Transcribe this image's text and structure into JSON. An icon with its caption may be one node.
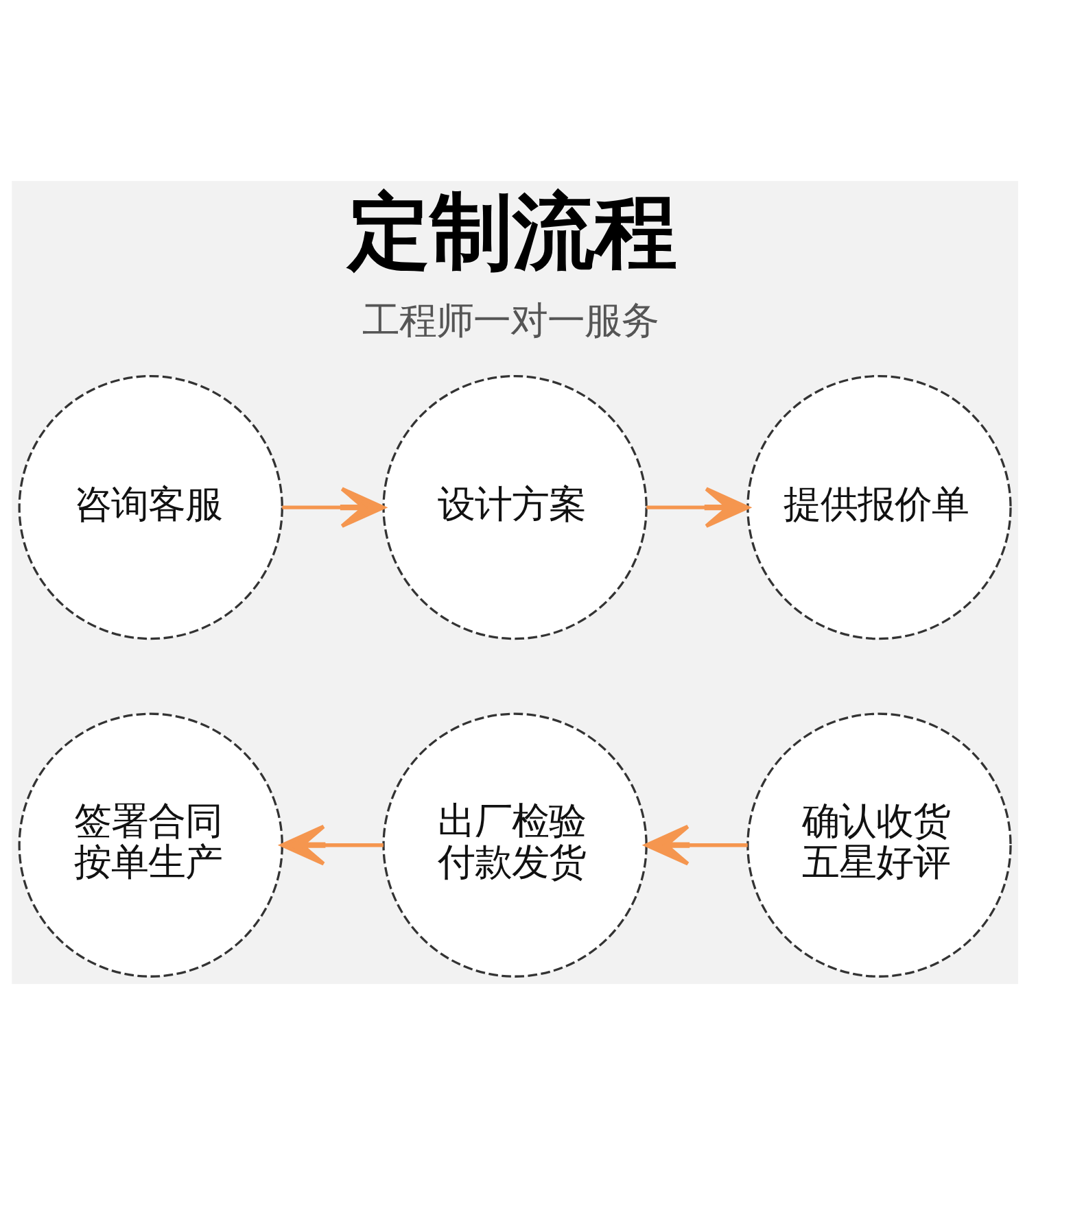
{
  "diagram": {
    "title": "定制流程",
    "caption": "工程师一对一服务",
    "nodes": [
      {
        "text": [
          "咨询客服"
        ]
      },
      {
        "text": [
          "设计方案"
        ]
      },
      {
        "text": [
          "提供报价单"
        ]
      },
      {
        "text": [
          "签署合同",
          "按单生产"
        ]
      },
      {
        "text": [
          "出厂检验",
          "付款发货"
        ]
      },
      {
        "text": [
          "确认收货",
          "五星好评"
        ]
      }
    ],
    "edges": [
      {
        "from": 0,
        "to": 1,
        "arrow": "to"
      },
      {
        "from": 1,
        "to": 2,
        "arrow": "to"
      },
      {
        "from": 4,
        "to": 3,
        "arrow": "to"
      },
      {
        "from": 5,
        "to": 4,
        "arrow": "to"
      }
    ]
  }
}
